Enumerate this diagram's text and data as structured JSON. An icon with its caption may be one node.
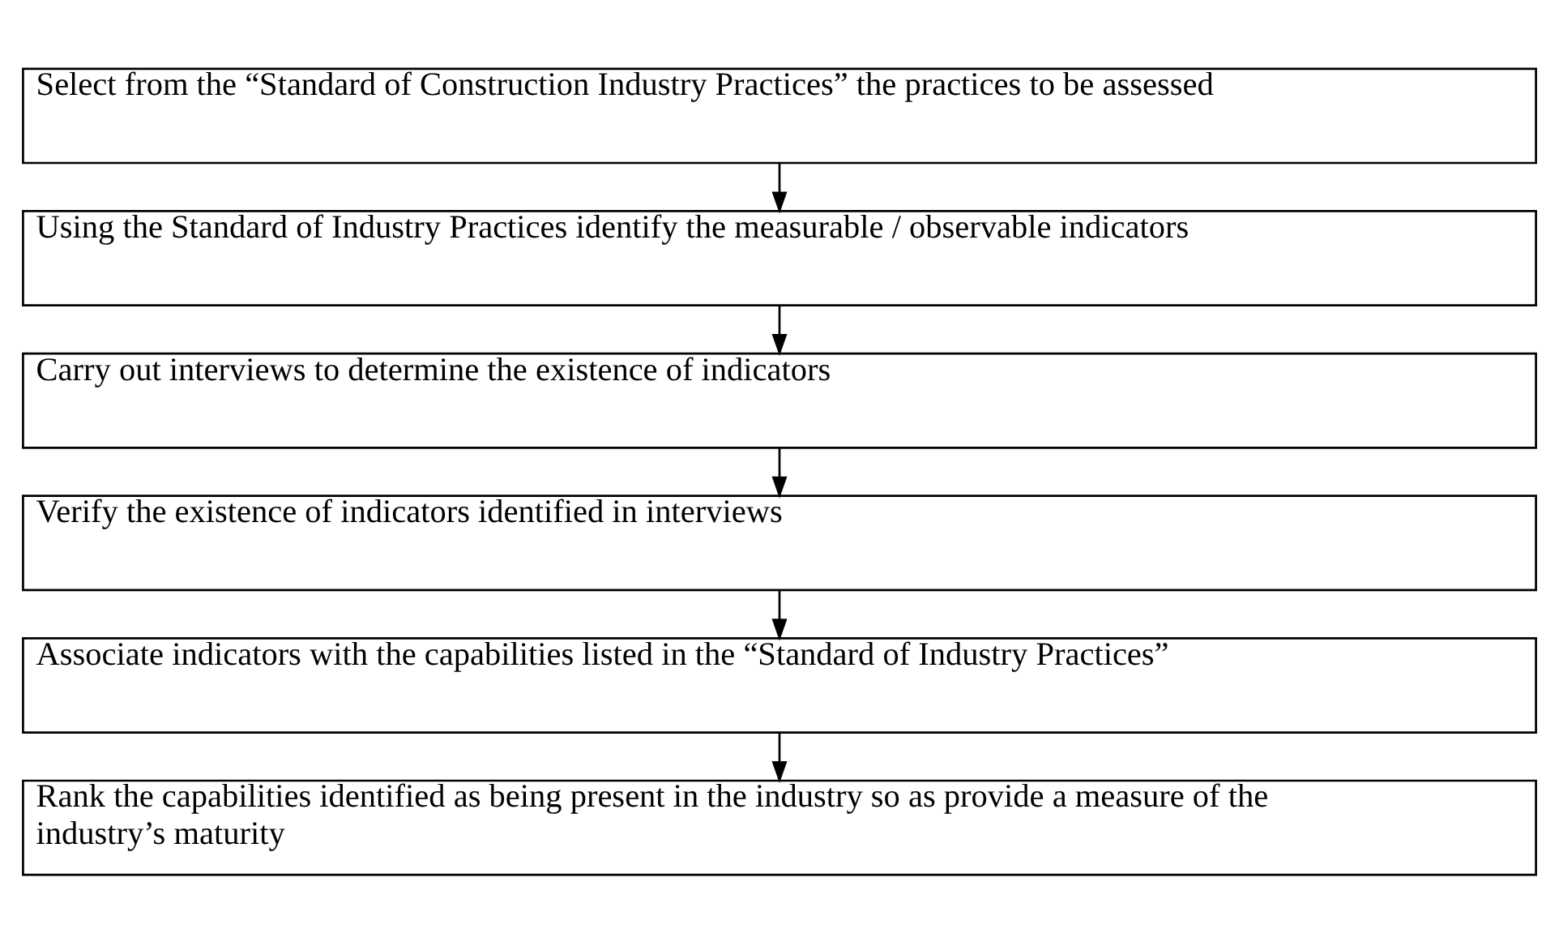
{
  "diagram": {
    "nodes": [
      {
        "text": [
          "Select from the “Standard of Construction Industry Practices” the practices to be assessed"
        ]
      },
      {
        "text": [
          "Using the Standard of Industry Practices identify the measurable / observable indicators"
        ]
      },
      {
        "text": [
          "Carry out interviews to determine the existence of indicators"
        ]
      },
      {
        "text": [
          "Verify the existence of indicators identified in interviews"
        ]
      },
      {
        "text": [
          "Associate indicators with the capabilities listed in the “Standard of Industry Practices”"
        ]
      },
      {
        "text": [
          "Rank the capabilities identified as being present in the industry so as provide a measure of the industry’s maturity"
        ]
      }
    ],
    "edges": [
      {
        "from": 0,
        "to": 1,
        "arrow": "to"
      },
      {
        "from": 1,
        "to": 2,
        "arrow": "to"
      },
      {
        "from": 2,
        "to": 3,
        "arrow": "to"
      },
      {
        "from": 3,
        "to": 4,
        "arrow": "to"
      },
      {
        "from": 4,
        "to": 5,
        "arrow": "to"
      }
    ]
  }
}
